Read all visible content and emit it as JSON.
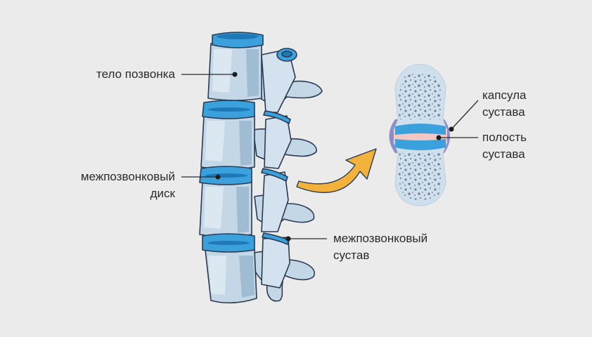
{
  "labels": {
    "vertebral_body": "тело позвонка",
    "disc_line1": "межпозвонковый",
    "disc_line2": "диск",
    "facet_line1": "межпозвонковый",
    "facet_line2": "сустав",
    "capsule_line1": "капсула",
    "capsule_line2": "сустава",
    "cavity_line1": "полость",
    "cavity_line2": "сустава"
  },
  "colors": {
    "background": "#ebebeb",
    "bone": "#c4d7e6",
    "bone_light": "#dce8f1",
    "bone_shadow": "#9fbcd3",
    "outline": "#2a3a52",
    "disc": "#3ba1dc",
    "disc_dark": "#1f78b8",
    "capsule": "#7b7bbf",
    "cavity": "#f3c8c4",
    "arrow": "#f3b23b",
    "text": "#2b2b2b"
  }
}
